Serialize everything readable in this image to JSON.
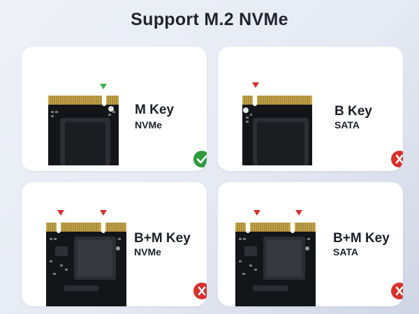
{
  "title": "Support M.2 NVMe",
  "cards": [
    {
      "key": "M Key",
      "interface": "NVMe",
      "status": "supported",
      "status_icon": "check-icon"
    },
    {
      "key": "B Key",
      "interface": "SATA",
      "status": "unsupported",
      "status_icon": "cross-icon"
    },
    {
      "key": "B+M Key",
      "interface": "NVMe",
      "status": "unsupported",
      "status_icon": "cross-icon"
    },
    {
      "key": "B+M Key",
      "interface": "SATA",
      "status": "unsupported",
      "status_icon": "cross-icon"
    }
  ],
  "colors": {
    "check": "#2e9b3d",
    "cross": "#d8302c",
    "marker_green": "#3fae4f",
    "marker_red": "#d8302c",
    "gold": "#c9a94e",
    "pcb": "#131518"
  }
}
